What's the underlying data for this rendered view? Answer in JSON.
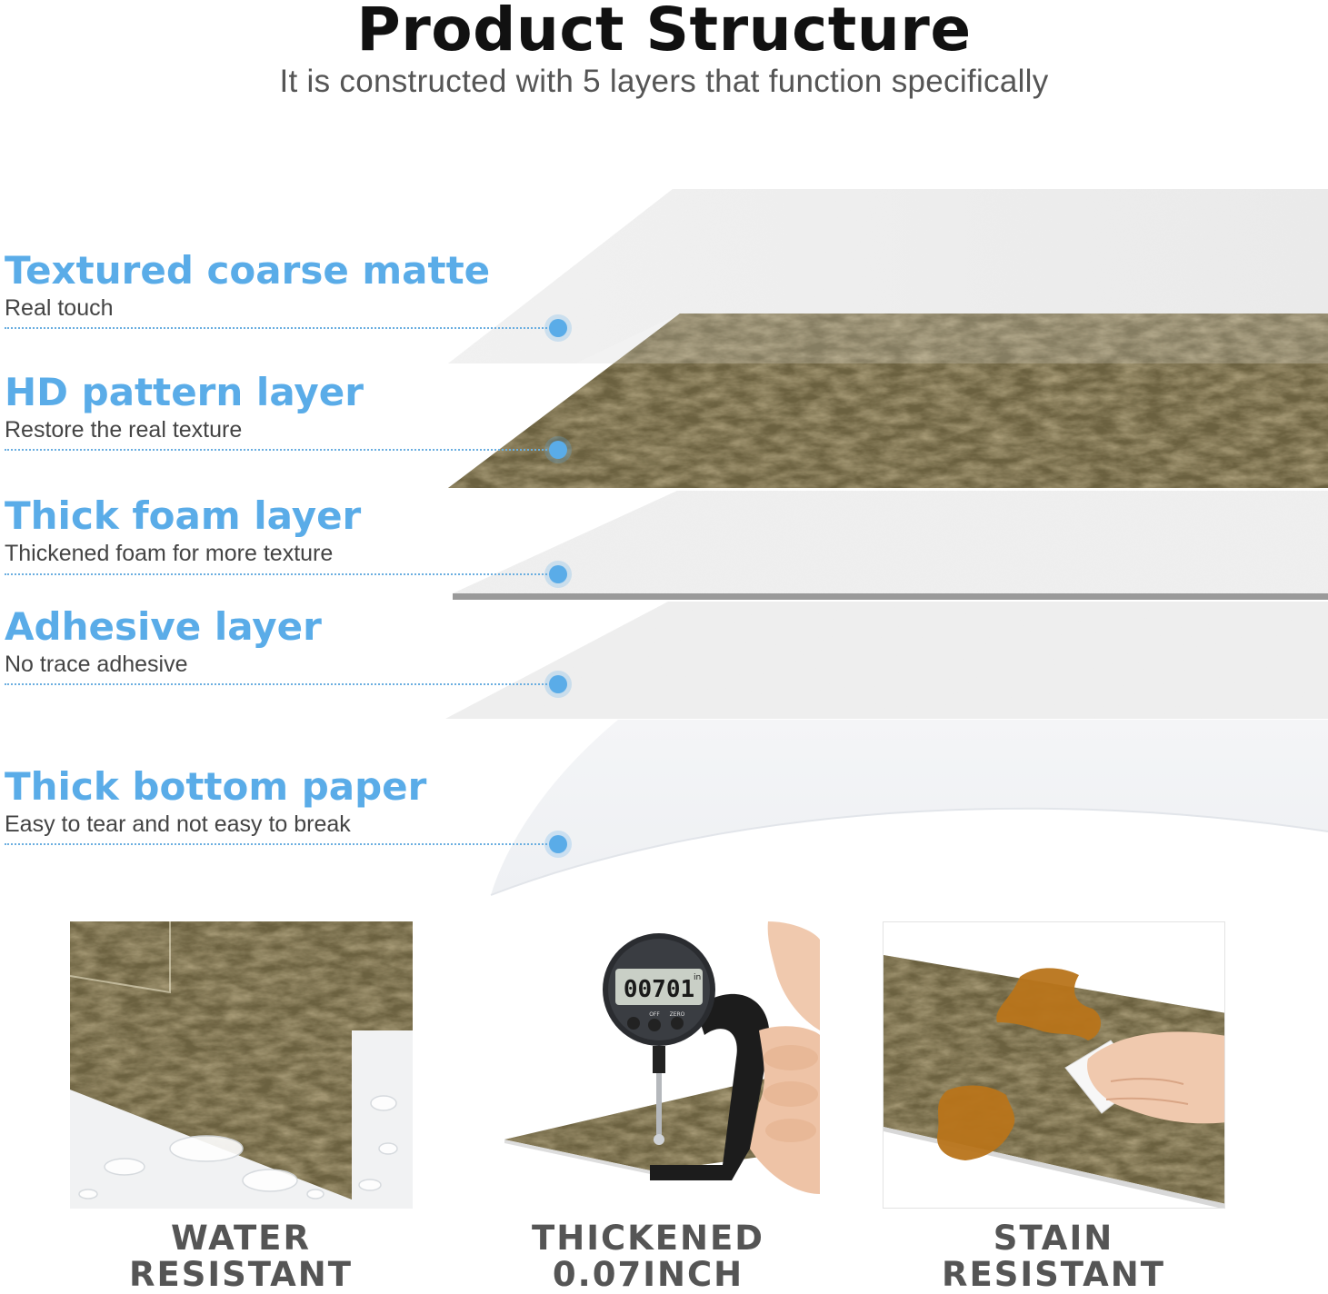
{
  "header": {
    "title": "Product Structure",
    "subtitle": "It is constructed with 5 layers that function specifically"
  },
  "layers": [
    {
      "name": "Textured coarse matte",
      "desc": "Real touch"
    },
    {
      "name": "HD pattern layer",
      "desc": "Restore the real texture"
    },
    {
      "name": "Thick foam layer",
      "desc": "Thickened foam for more texture"
    },
    {
      "name": "Adhesive layer",
      "desc": "No trace adhesive"
    },
    {
      "name": "Thick bottom paper",
      "desc": "Easy to tear and not easy to break"
    }
  ],
  "features": [
    {
      "line1": "WATER",
      "line2": "RESISTANT"
    },
    {
      "line1": "THICKENED 0.07INCH",
      "line2": ""
    },
    {
      "line1": "STAIN",
      "line2": "RESISTANT"
    }
  ],
  "gauge": {
    "reading": "00701",
    "unit": "in",
    "buttons": [
      "OFF",
      "ZERO"
    ]
  },
  "colors": {
    "accent": "#5aace8",
    "title": "#111111",
    "caption": "#555555",
    "stone_dark": "#5c5a3a",
    "stone_brown": "#8a6a3c",
    "stain": "#b8741a"
  }
}
